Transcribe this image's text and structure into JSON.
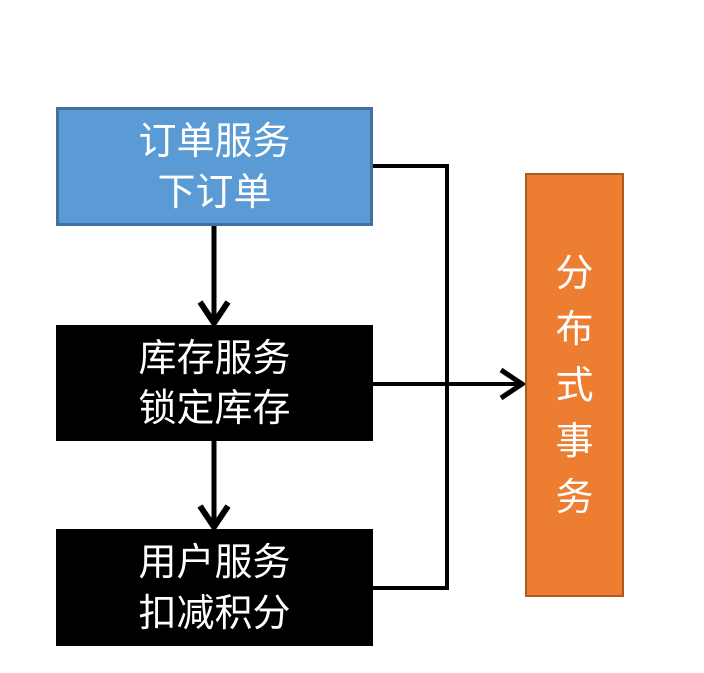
{
  "diagram": {
    "nodes": {
      "order_service": {
        "line1": "订单服务",
        "line2": "下订单"
      },
      "inventory_service": {
        "line1": "库存服务",
        "line2": "锁定库存"
      },
      "user_service": {
        "line1": "用户服务",
        "line2": "扣减积分"
      },
      "distributed_transaction": {
        "label": "分布式事务"
      }
    },
    "colors": {
      "order_fill": "#5B9BD5",
      "order_border": "#41719C",
      "service_fill": "#000000",
      "transaction_fill": "#ED7D31",
      "transaction_border": "#AE5A21",
      "connector": "#000000",
      "text": "#FFFFFF",
      "background": "#FFFFFF"
    }
  }
}
